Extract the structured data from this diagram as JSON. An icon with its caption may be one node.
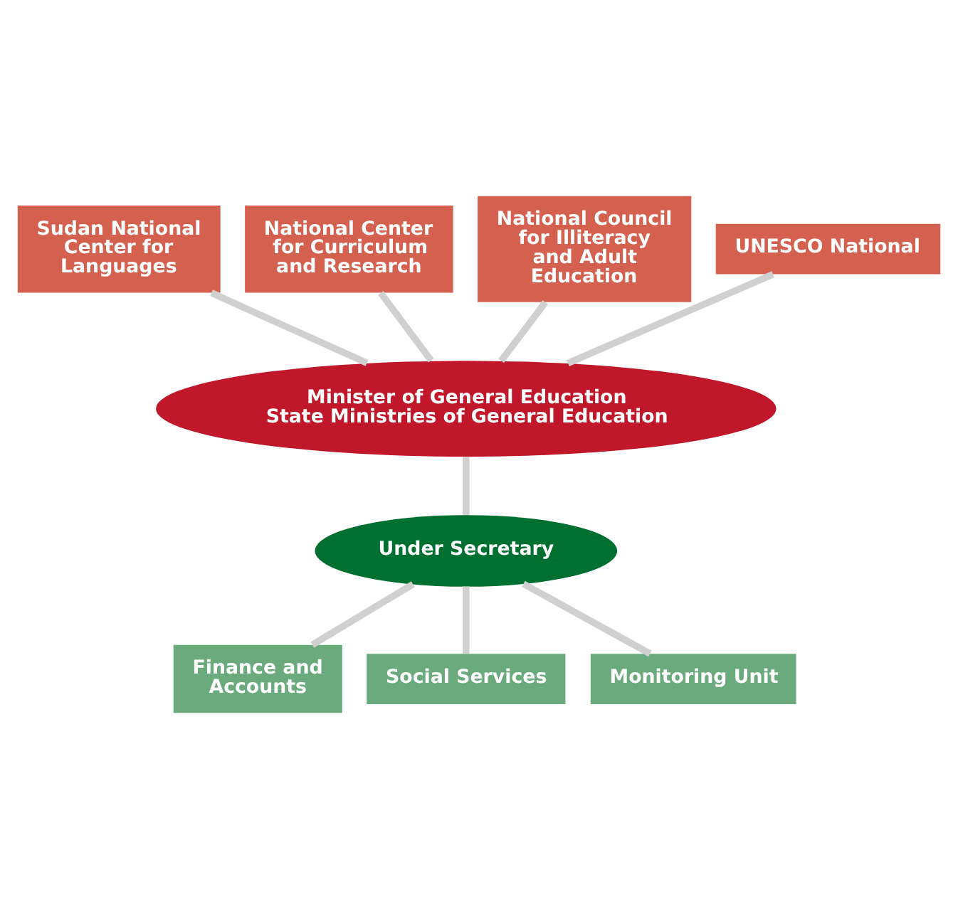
{
  "diagram": {
    "nodes": [
      {
        "text": [
          "Sudan National Center for Languages"
        ]
      },
      {
        "text": [
          "National Center for Curriculum and Research"
        ]
      },
      {
        "text": [
          "National Council for Illiteracy and Adult Education"
        ]
      },
      {
        "text": [
          "UNESCO National"
        ]
      },
      {
        "text": [
          "Minister of General Education",
          "State Ministries of General Education"
        ]
      },
      {
        "text": [
          "Under Secretary"
        ]
      },
      {
        "text": [
          "Finance and Accounts"
        ]
      },
      {
        "text": [
          "Social Services"
        ]
      },
      {
        "text": [
          "Monitoring Unit"
        ]
      }
    ],
    "edges": [
      {
        "from": 0,
        "to": 4,
        "arrow": "none"
      },
      {
        "from": 1,
        "to": 4,
        "arrow": "none"
      },
      {
        "from": 2,
        "to": 4,
        "arrow": "none"
      },
      {
        "from": 3,
        "to": 4,
        "arrow": "none"
      },
      {
        "from": 4,
        "to": 5,
        "arrow": "none"
      },
      {
        "from": 5,
        "to": 6,
        "arrow": "none"
      },
      {
        "from": 5,
        "to": 7,
        "arrow": "none"
      },
      {
        "from": 5,
        "to": 8,
        "arrow": "none"
      }
    ]
  }
}
